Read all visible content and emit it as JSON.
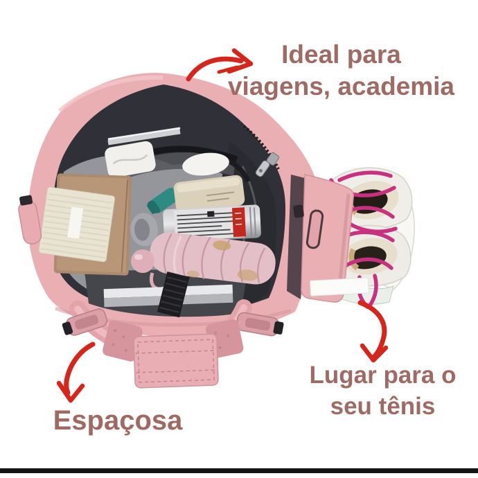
{
  "image": {
    "type": "product-photo",
    "description": "Top view of an open pink sports/travel duffel bag packed with toiletries, a notebook, an umbrella and a laptop; a side compartment holds white sneakers with pink laces; marketing captions with hand-drawn red arrows."
  },
  "annotations": {
    "ideal": {
      "line1": "Ideal para",
      "line2": "viagens, academia"
    },
    "tenis": {
      "line1": "Lugar para o",
      "line2": "seu tênis"
    },
    "espacosa": {
      "text": "Espaçosa"
    }
  },
  "scene_items": [
    "pink duffel bag",
    "woven storage box",
    "leather notebook folder",
    "tissue pack",
    "white soap case",
    "cream lotion bottle",
    "teal bottle",
    "roll-on deodorant",
    "silver spray can",
    "folded pink umbrella",
    "laptop",
    "black elastic strap",
    "bottom handle wrap",
    "shoe compartment flap",
    "white sneakers with pink laces",
    "white shoe label"
  ],
  "colors": {
    "background": "#ffffff",
    "annotation_text": "#a06a63",
    "arrow_red": "#d6261b",
    "bag_pink": "#eaafb3",
    "bag_pink_dark": "#d6979f",
    "bag_interior": "#303138",
    "lining_gray": "#95969b",
    "lace_pink": "#c73180",
    "bottom_rule": "#141414"
  }
}
